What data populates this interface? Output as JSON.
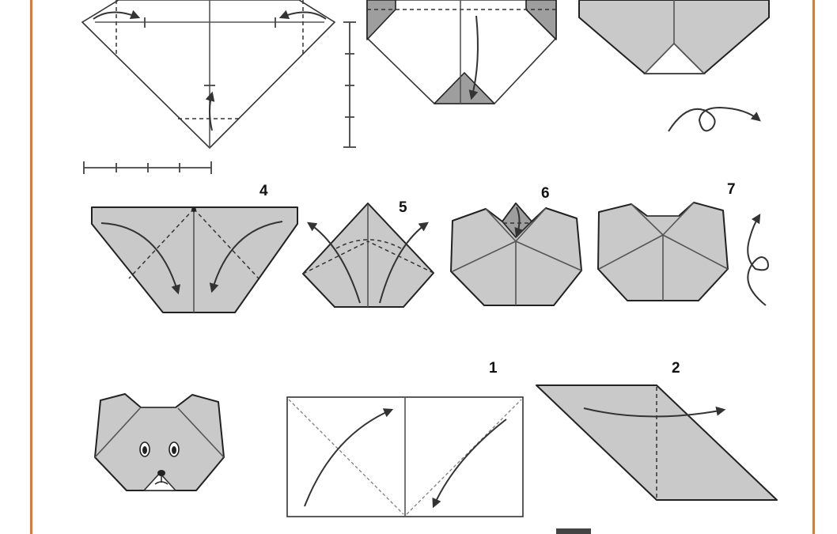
{
  "steps": {
    "s1": "1",
    "s2": "2",
    "s4": "4",
    "s5": "5",
    "s6": "6",
    "s7": "7"
  },
  "colors": {
    "frame": "#e07a2a",
    "paper": "#c9c9c9",
    "paper_dark": "#9e9e9e",
    "line": "#222222"
  }
}
